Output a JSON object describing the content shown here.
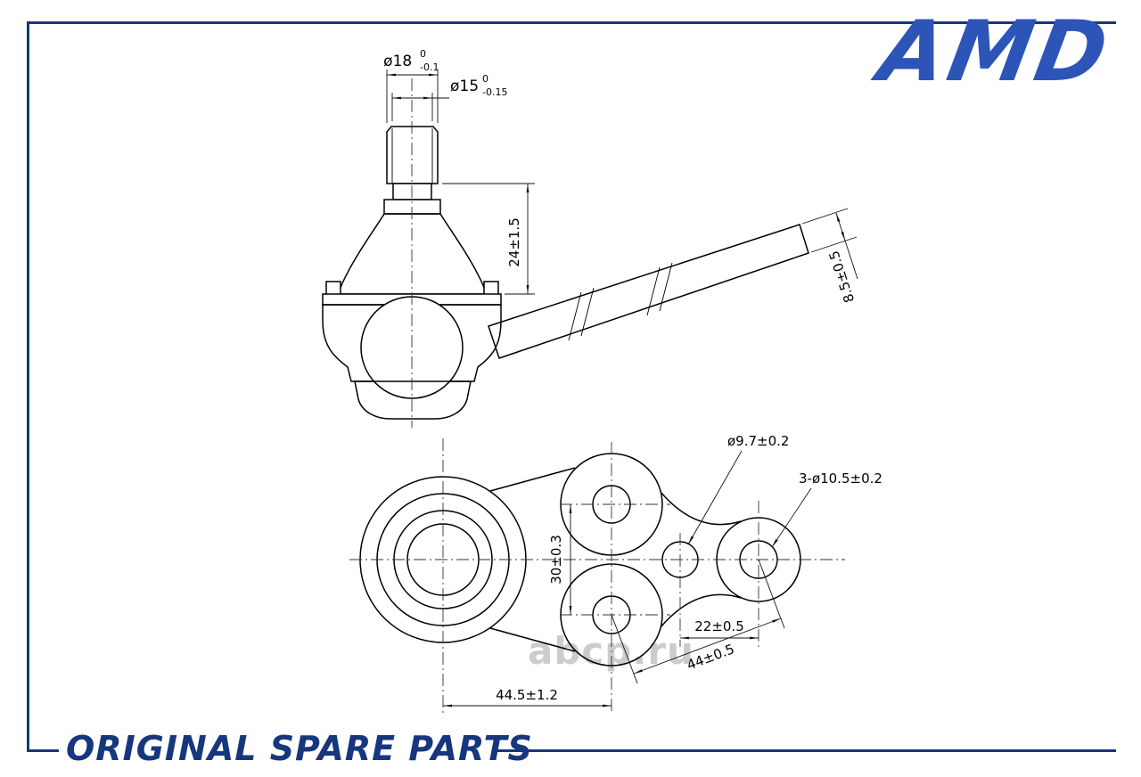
{
  "page": {
    "background": "#ffffff",
    "frame_color": "#16377e"
  },
  "brand": {
    "logo_text": "AMD",
    "logo_color": "#2d55b8",
    "footer_text": "ORIGINAL SPARE PARTS",
    "footer_color": "#16377e"
  },
  "watermark": {
    "text": "abcp.ru",
    "color": "#cccccc"
  },
  "drawing": {
    "part_type": "ball joint technical drawing, side section view and plan view",
    "dimensions": {
      "stud_major_diameter": {
        "value": "ø18",
        "tol_upper": "0",
        "tol_lower": "-0.1"
      },
      "stud_thread_diameter": {
        "value": "ø15",
        "tol_upper": "0",
        "tol_lower": "-0.15"
      },
      "stud_taper_length": "24±1.5",
      "arm_thickness": "8.5±0.5",
      "pilot_hole_diameter": "ø9.7±0.2",
      "bolt_holes_diameter": "3-ø10.5±0.2",
      "bolt_hole_vertical_spacing": "30±0.3",
      "pilot_to_bolt_hole_spacing": "22±0.5",
      "bolt_hole_diagonal_spacing": "44±0.5",
      "ball_center_to_bolt_hole": "44.5±1.2"
    }
  }
}
